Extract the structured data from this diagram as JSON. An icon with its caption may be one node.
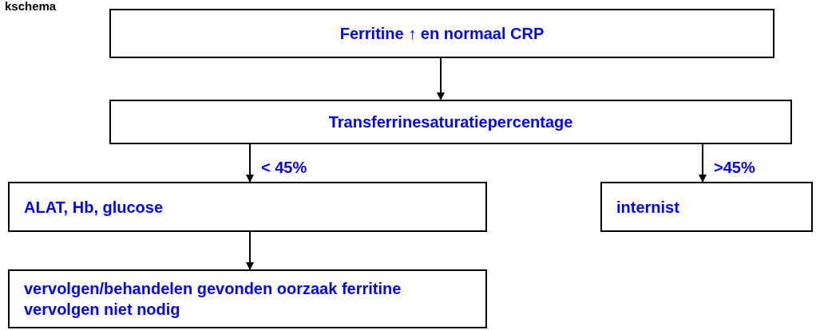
{
  "diagram": {
    "title": "kschema",
    "nodes": [
      {
        "text": [
          "Ferritine ↑ en normaal CRP"
        ]
      },
      {
        "text": [
          "Transferrinesaturatiepercentage"
        ]
      },
      {
        "text": [
          "ALAT, Hb, glucose"
        ]
      },
      {
        "text": [
          "internist"
        ]
      },
      {
        "text": [
          "vervolgen/behandelen gevonden oorzaak ferritine vervolgen niet nodig"
        ]
      }
    ],
    "edges": [
      {
        "from": 0,
        "to": 1,
        "arrow": "to"
      },
      {
        "from": 1,
        "to": 2,
        "arrow": "to",
        "label": "< 45%"
      },
      {
        "from": 1,
        "to": 3,
        "arrow": "to",
        "label": ">45%"
      },
      {
        "from": 2,
        "to": 4,
        "arrow": "to"
      }
    ]
  }
}
